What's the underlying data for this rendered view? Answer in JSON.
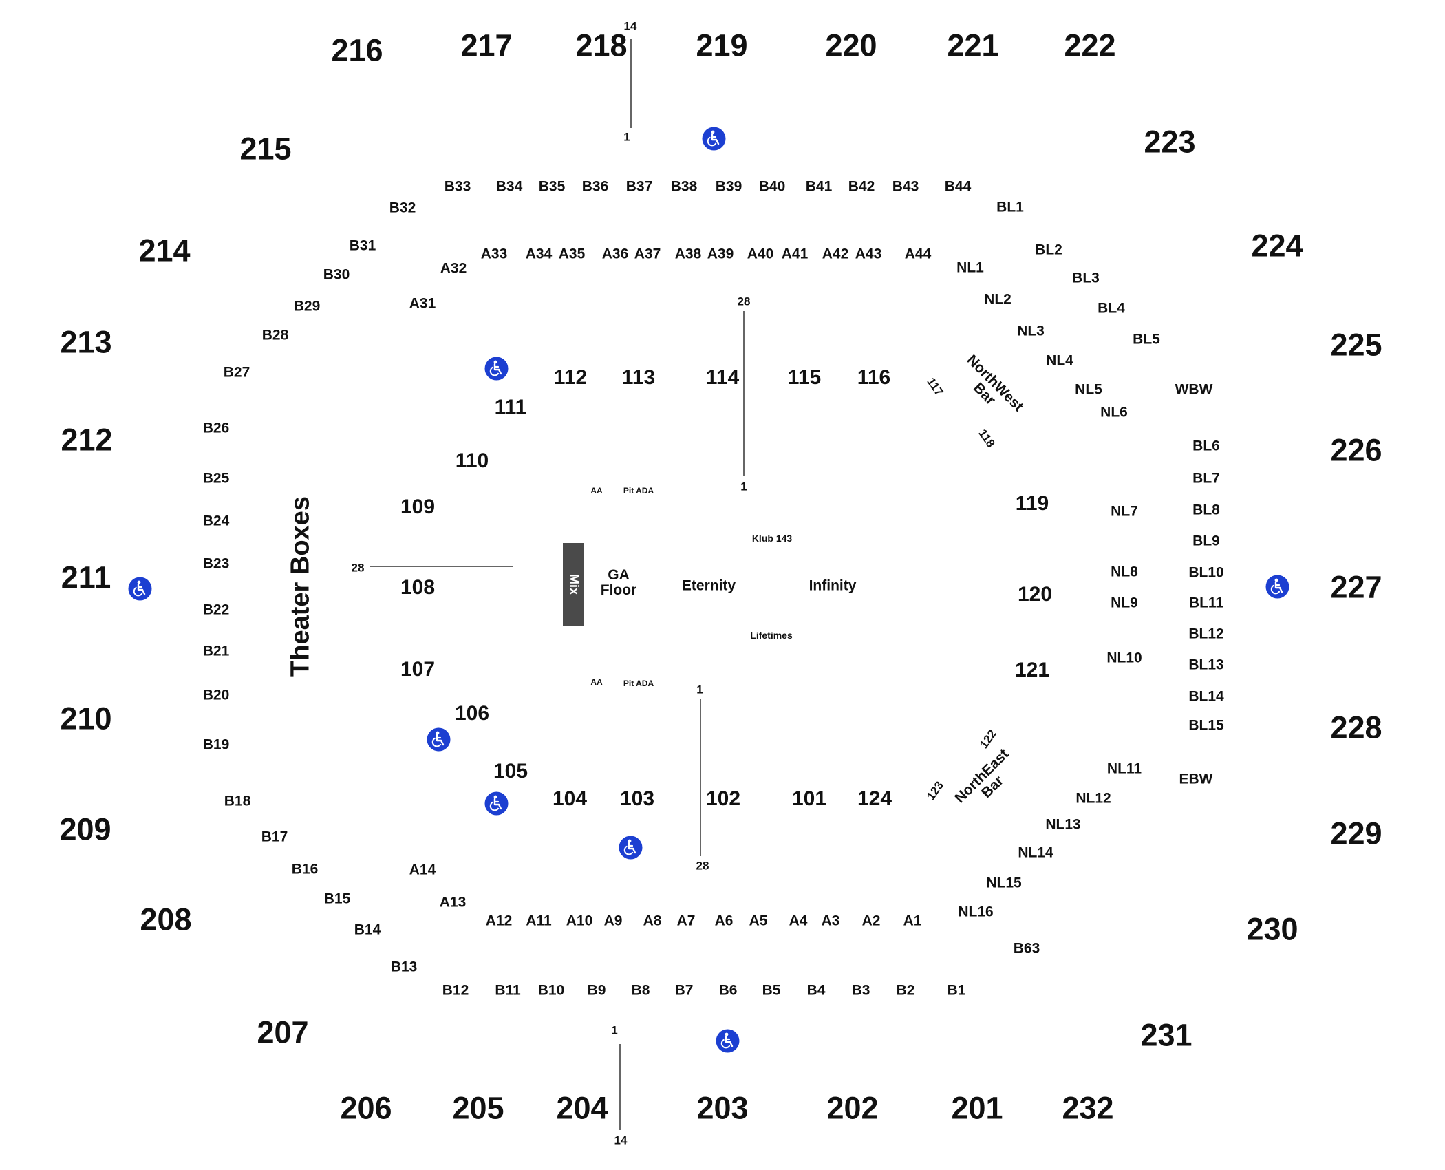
{
  "upper_sections": [
    "216",
    "217",
    "218",
    "219",
    "220",
    "221",
    "222",
    "215",
    "223",
    "214",
    "224",
    "213",
    "225",
    "212",
    "226",
    "211",
    "227",
    "210",
    "228",
    "209",
    "229",
    "208",
    "230",
    "207",
    "231",
    "206",
    "205",
    "204",
    "203",
    "202",
    "201",
    "232"
  ],
  "lower_sections": [
    "112",
    "113",
    "114",
    "115",
    "116",
    "111",
    "110",
    "109",
    "108",
    "107",
    "106",
    "105",
    "104",
    "103",
    "102",
    "101",
    "124",
    "119",
    "120",
    "121"
  ],
  "small_sections": [
    "117",
    "118",
    "122",
    "123"
  ],
  "row_labels_b_top": [
    "B33",
    "B34",
    "B35",
    "B36",
    "B37",
    "B38",
    "B39",
    "B40",
    "B41",
    "B42",
    "B43",
    "B44"
  ],
  "row_labels_a_top": [
    "A33",
    "A34",
    "A35",
    "A36",
    "A37",
    "A38",
    "A39",
    "A40",
    "A41",
    "A42",
    "A43",
    "A44"
  ],
  "row_labels_b_bottom": [
    "B12",
    "B11",
    "B10",
    "B9",
    "B8",
    "B7",
    "B6",
    "B5",
    "B4",
    "B3",
    "B2",
    "B1"
  ],
  "row_labels_a_bottom": [
    "A12",
    "A11",
    "A10",
    "A9",
    "A8",
    "A7",
    "A6",
    "A5",
    "A4",
    "A3",
    "A2",
    "A1"
  ],
  "row_labels_b_left": [
    "B32",
    "B31",
    "B30",
    "B29",
    "B28",
    "B27",
    "B26",
    "B25",
    "B24",
    "B23",
    "B22",
    "B21",
    "B20",
    "B19",
    "B18",
    "B17",
    "B16",
    "B15",
    "B14",
    "B13"
  ],
  "row_labels_a_left": [
    "A32",
    "A31",
    "A14",
    "A13"
  ],
  "row_labels_right_b": [
    "BL1",
    "BL2",
    "BL3",
    "BL4",
    "BL5",
    "BL6",
    "BL7",
    "BL8",
    "BL9",
    "BL10",
    "BL11",
    "BL12",
    "BL13",
    "BL14",
    "BL15",
    "B63"
  ],
  "row_labels_right_n": [
    "NL1",
    "NL2",
    "NL3",
    "NL4",
    "NL5",
    "NL6",
    "NL7",
    "NL8",
    "NL9",
    "NL10",
    "NL11",
    "NL12",
    "NL13",
    "NL14",
    "NL15",
    "NL16"
  ],
  "other_labels": [
    "WBW",
    "EBW"
  ],
  "floor": {
    "ga_floor": "GA\nFloor",
    "eternity": "Eternity",
    "infinity": "Infinity",
    "klub": "Klub 143",
    "lifetimes": "Lifetimes",
    "mix": "Mix",
    "aa": "AA",
    "pit_ada": "Pit ADA"
  },
  "bars": {
    "northwest": "NorthWest\nBar",
    "northeast": "NorthEast\nBar"
  },
  "theater_boxes": "Theater Boxes",
  "row_markers": {
    "one": "1",
    "fourteen": "14",
    "twenty_eight": "28"
  },
  "accessibility_icon": "wheelchair-icon",
  "colors": {
    "ada_blue": "#1c3fd1",
    "text": "#111111",
    "mix_box": "#4a4a4a"
  }
}
